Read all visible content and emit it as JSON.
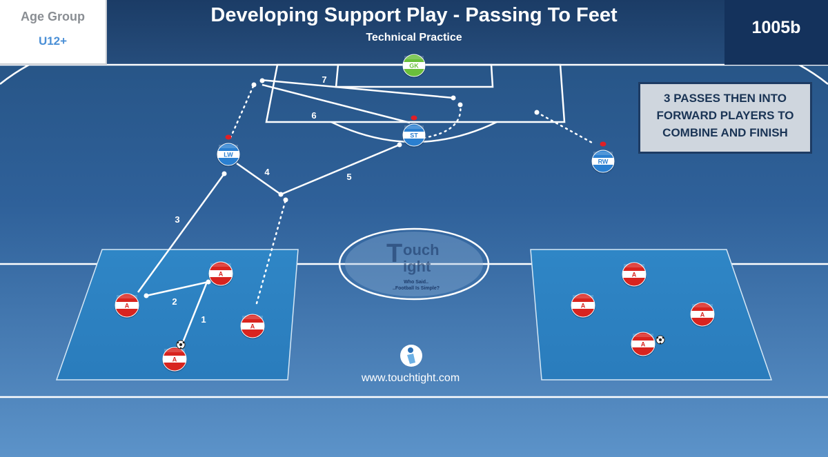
{
  "header": {
    "age_group_label": "Age Group",
    "age_group_value": "U12+",
    "title": "Developing Support Play - Passing To Feet",
    "subtitle": "Technical Practice",
    "code": "1005b"
  },
  "instruction": [
    "3 PASSES THEN INTO",
    "FORWARD PLAYERS TO",
    "COMBINE AND FINISH"
  ],
  "pass_labels": [
    "1",
    "2",
    "3",
    "4",
    "5",
    "6",
    "7"
  ],
  "logo": {
    "word1": "ouch",
    "word2": "ight",
    "tagline1": "Who Said..",
    "tagline2": "..Football Is Simple?"
  },
  "footer": {
    "url": "www.touchtight.com"
  },
  "players": [
    {
      "label": "GK",
      "team": "gk"
    },
    {
      "label": "ST",
      "team": "blue",
      "flag": true
    },
    {
      "label": "LW",
      "team": "blue",
      "flag": true
    },
    {
      "label": "RW",
      "team": "blue",
      "flag": true
    },
    {
      "label": "A",
      "team": "red"
    },
    {
      "label": "A",
      "team": "red"
    },
    {
      "label": "A",
      "team": "red"
    },
    {
      "label": "A",
      "team": "red",
      "ball": true
    },
    {
      "label": "A",
      "team": "red"
    },
    {
      "label": "A",
      "team": "red"
    },
    {
      "label": "A",
      "team": "red"
    },
    {
      "label": "A",
      "team": "red",
      "ball": true
    }
  ],
  "colors": {
    "red_team": "#d8241f",
    "blue_team": "#2a7fd0",
    "goalkeeper": "#6abf3b",
    "flag": "#e01f25"
  }
}
